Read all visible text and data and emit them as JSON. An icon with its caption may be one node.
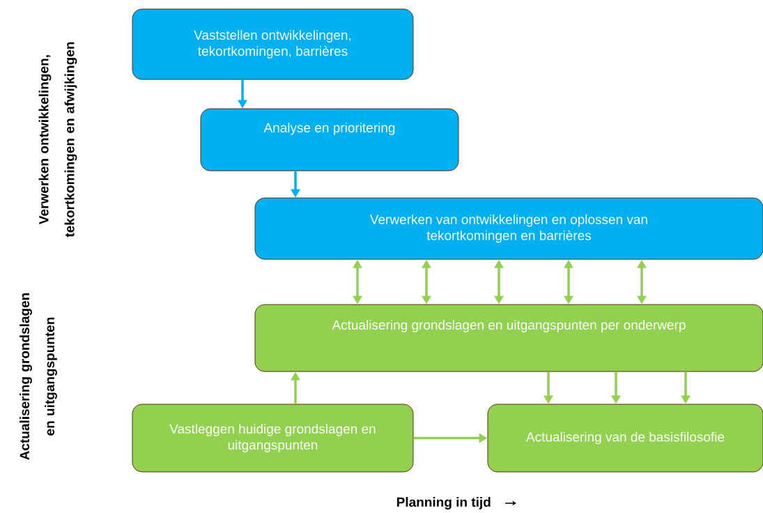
{
  "diagram": {
    "nodes": [
      {
        "text": [
          "Vaststellen ontwikkelingen, tekortkomingen, barrières"
        ]
      },
      {
        "text": [
          "Analyse en prioritering"
        ]
      },
      {
        "text": [
          "Verwerken van ontwikkelingen en oplossen van tekortkomingen en barrières"
        ]
      },
      {
        "text": [
          "Actualisering grondslagen en uitgangspunten per onderwerp"
        ]
      },
      {
        "text": [
          "Vastleggen huidige grondslagen en uitgangspunten"
        ]
      },
      {
        "text": [
          "Actualisering van de basisfilosofie"
        ]
      }
    ],
    "edges": [
      {
        "from": 0,
        "to": 1,
        "arrow": "to",
        "color": "#00b0f0"
      },
      {
        "from": 1,
        "to": 2,
        "arrow": "to",
        "color": "#00b0f0"
      },
      {
        "from": 2,
        "to": 3,
        "arrow": "both"
      },
      {
        "from": 2,
        "to": 3,
        "arrow": "both"
      },
      {
        "from": 2,
        "to": 3,
        "arrow": "both"
      },
      {
        "from": 2,
        "to": 3,
        "arrow": "both"
      },
      {
        "from": 2,
        "to": 3,
        "arrow": "both"
      },
      {
        "from": 4,
        "to": 3,
        "arrow": "to"
      },
      {
        "from": 3,
        "to": 5,
        "arrow": "to"
      },
      {
        "from": 3,
        "to": 5,
        "arrow": "to"
      },
      {
        "from": 3,
        "to": 5,
        "arrow": "to"
      },
      {
        "from": 4,
        "to": 5,
        "arrow": "to"
      }
    ],
    "labels": [
      "Verwerken ontwikkelingen, tekortkomingen en afwijkingen",
      "Actualisering grondslagen en uitgangspunten",
      "Planning in tijd"
    ]
  }
}
